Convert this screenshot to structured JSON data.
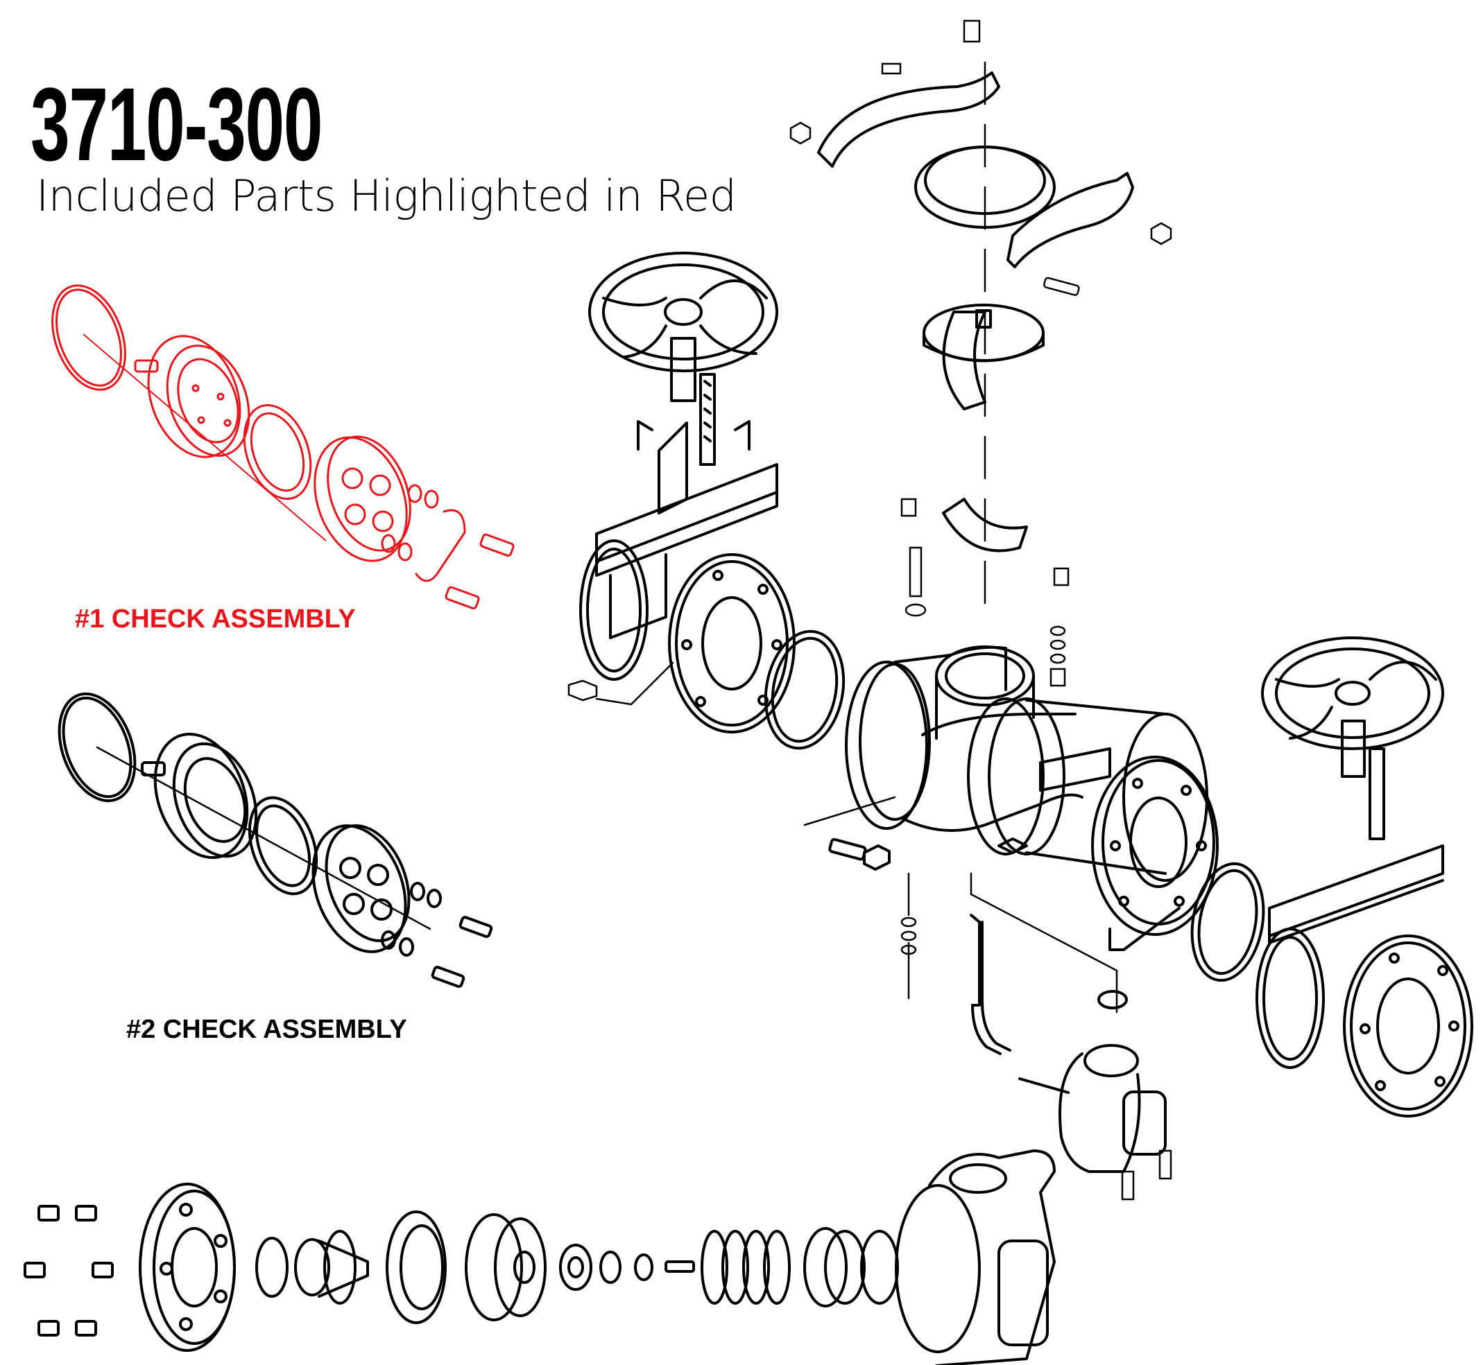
{
  "header": {
    "part_number": "3710-300",
    "subtitle": "Included Parts Highlighted in Red"
  },
  "assemblies": [
    {
      "label": "#1 CHECK ASSEMBLY",
      "color": "#e8151b",
      "highlighted": true
    },
    {
      "label": "#2 CHECK ASSEMBLY",
      "color": "#000000",
      "highlighted": false
    }
  ],
  "colors": {
    "highlight": "#e8151b",
    "line_art": "#000000",
    "background": "#ffffff"
  }
}
